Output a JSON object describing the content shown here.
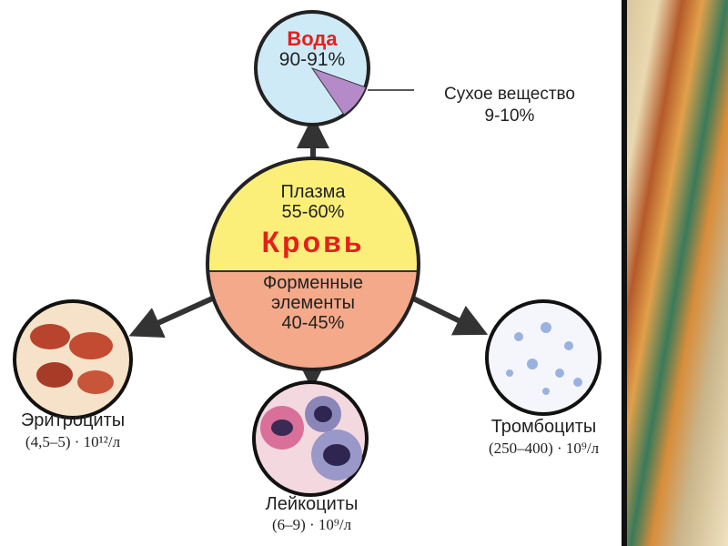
{
  "water": {
    "title": "Вода",
    "percent": "90-91%"
  },
  "dry": {
    "title": "Сухое вещество",
    "percent": "9-10%"
  },
  "center": {
    "plasma": "Плазма",
    "plasma_percent": "55-60%",
    "title": "Кровь",
    "formed_1": "Форменные",
    "formed_2": "элементы",
    "formed_percent": "40-45%"
  },
  "cells": [
    {
      "name": "Эритроциты",
      "count": "(4,5–5) · 10¹²/л"
    },
    {
      "name": "Лейкоциты",
      "count": "(6–9) · 10⁹/л"
    },
    {
      "name": "Тромбоциты",
      "count": "(250–400) · 10⁹/л"
    }
  ],
  "colors": {
    "water": "#cfeaf7",
    "dry": "#b58ac8",
    "plasma": "#fbef7a",
    "formed": "#f4a98a",
    "accent": "#e3211c"
  }
}
